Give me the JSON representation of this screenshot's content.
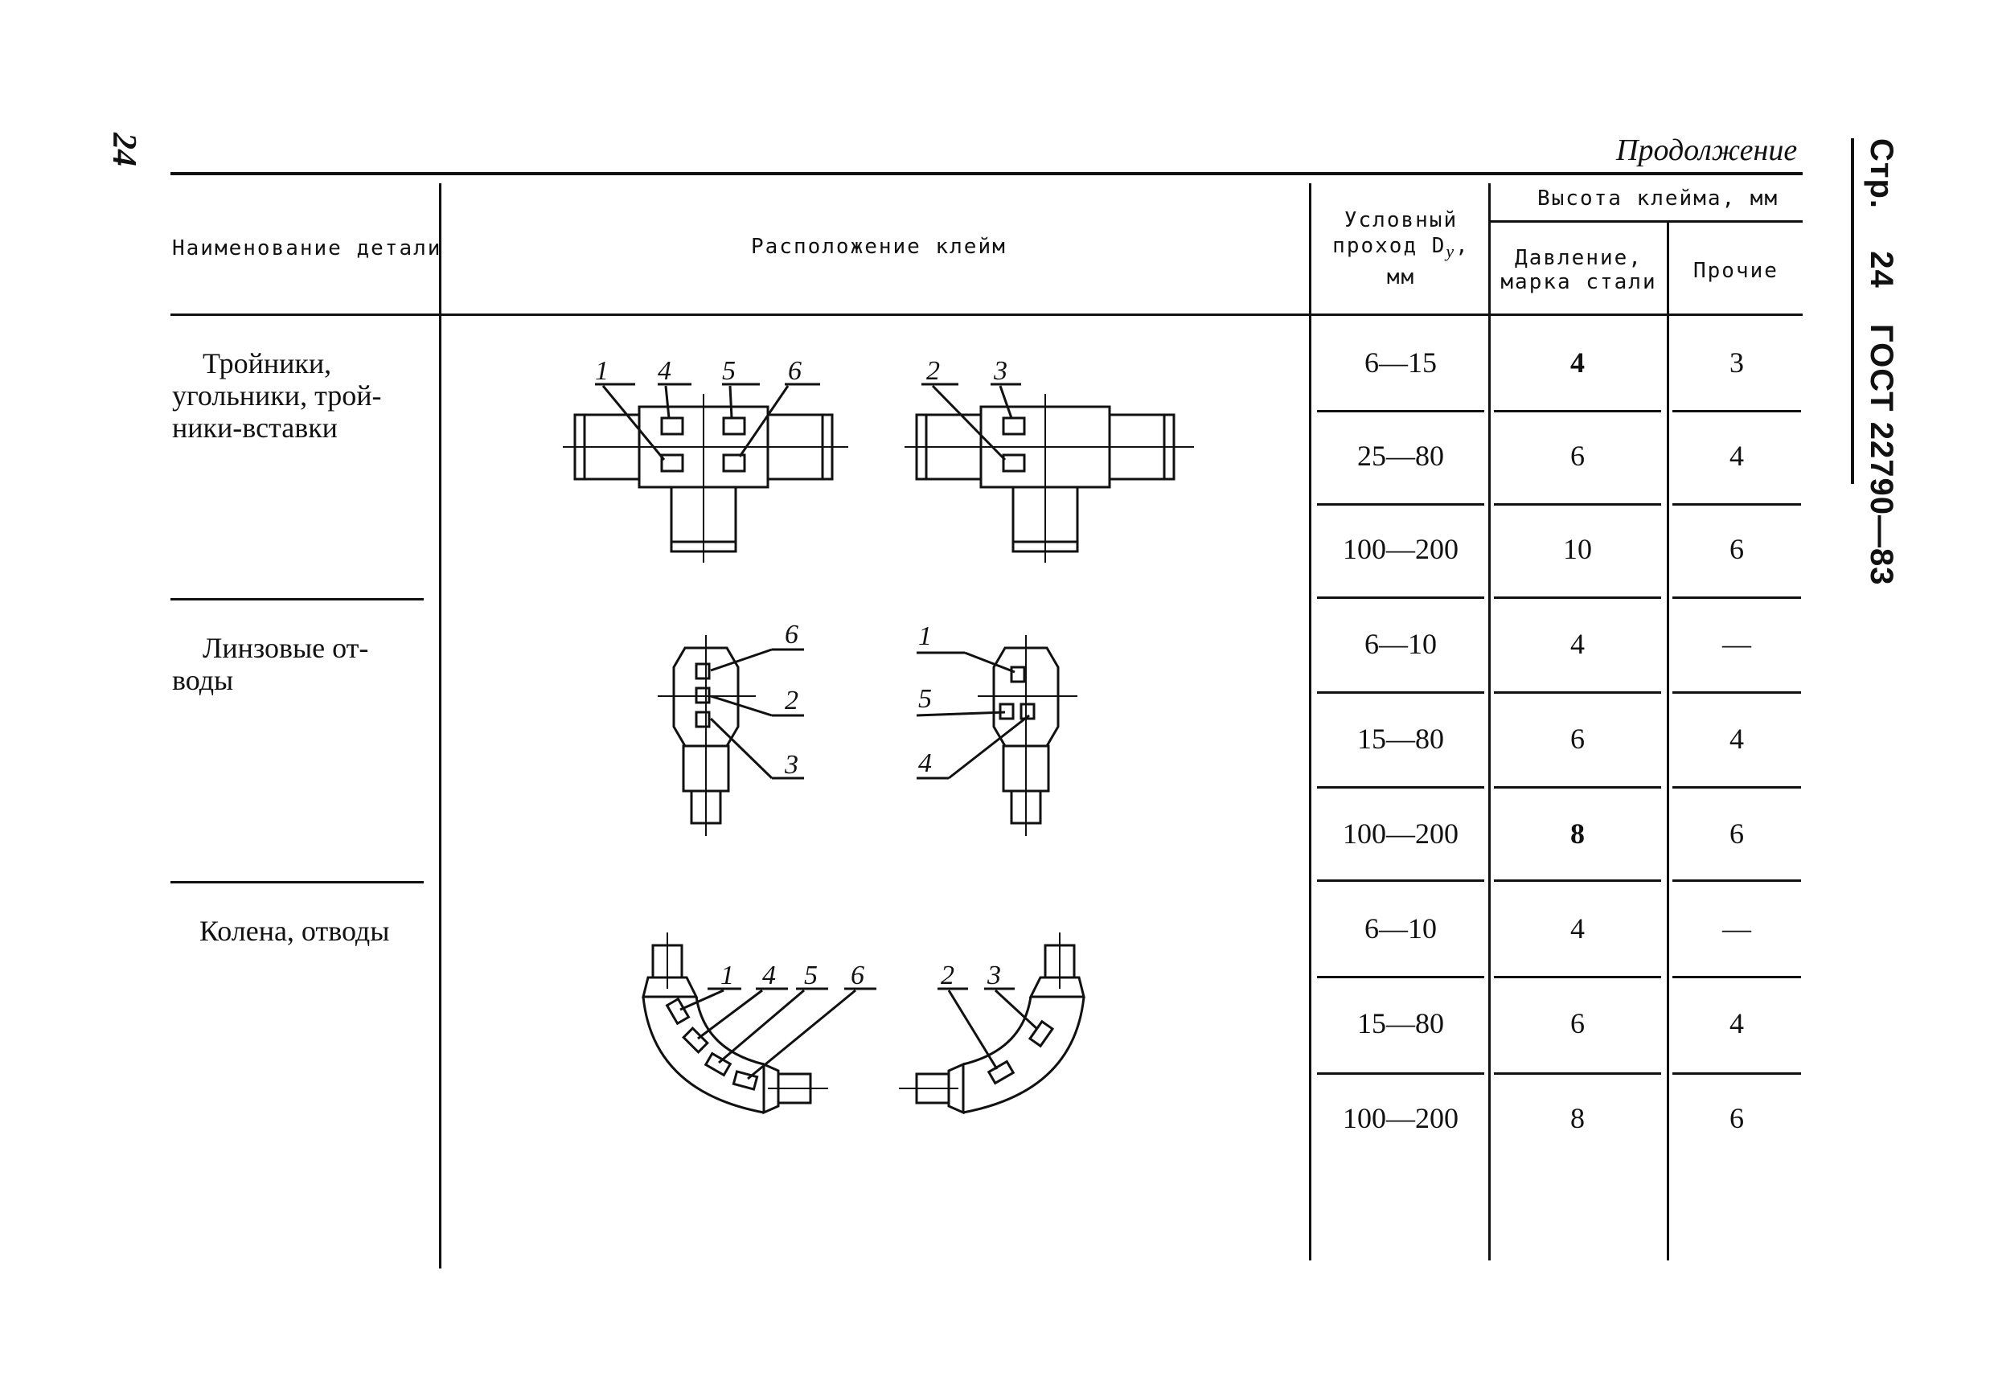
{
  "page_number": "24",
  "side_header": {
    "prefix": "Стр.",
    "page": "24",
    "standard": "ГОСТ 22790—83"
  },
  "continuation": "Продолжение",
  "headers": {
    "part_name": "Наименование детали",
    "mark_location": "Расположение клейм",
    "nominal_bore": [
      "Условный",
      "проход D",
      "у",
      ",",
      "мм"
    ],
    "mark_height": "Высота клейма, мм",
    "pressure_grade": [
      "Давление,",
      "марка стали"
    ],
    "other": "Прочие"
  },
  "groups": [
    {
      "name": [
        "Тройники,",
        "угольники, трой-",
        "ники-вставки"
      ],
      "rows": [
        {
          "bore": "6—15",
          "pressure": "4",
          "other": "3"
        },
        {
          "bore": "25—80",
          "pressure": "6",
          "other": "4"
        },
        {
          "bore": "100—200",
          "pressure": "10",
          "other": "6"
        }
      ],
      "callouts_left": [
        "1",
        "4",
        "5",
        "6"
      ],
      "callouts_right": [
        "2",
        "3"
      ]
    },
    {
      "name": [
        "Линзовые от-",
        "воды"
      ],
      "rows": [
        {
          "bore": "6—10",
          "pressure": "4",
          "other": "—"
        },
        {
          "bore": "15—80",
          "pressure": "6",
          "other": "4"
        },
        {
          "bore": "100—200",
          "pressure": "8",
          "other": "6"
        }
      ],
      "callouts_left": [
        "6",
        "2",
        "3"
      ],
      "callouts_right": [
        "1",
        "5",
        "4"
      ]
    },
    {
      "name": [
        "Колена, отводы"
      ],
      "rows": [
        {
          "bore": "6—10",
          "pressure": "4",
          "other": "—"
        },
        {
          "bore": "15—80",
          "pressure": "6",
          "other": "4"
        },
        {
          "bore": "100—200",
          "pressure": "8",
          "other": "6"
        }
      ],
      "callouts_left": [
        "1",
        "4",
        "5",
        "6"
      ],
      "callouts_right": [
        "2",
        "3"
      ]
    }
  ]
}
